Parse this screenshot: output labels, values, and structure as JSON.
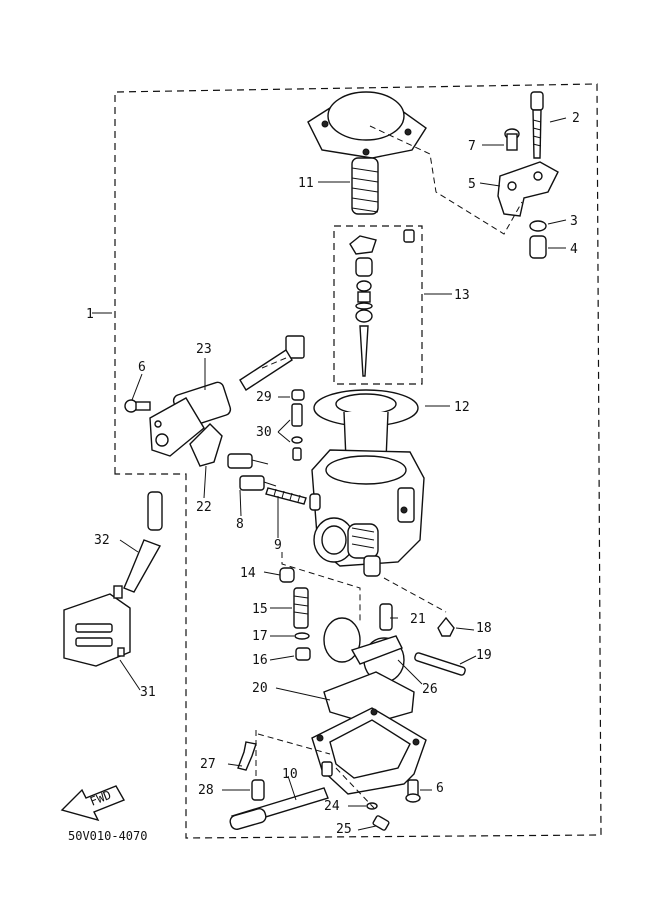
{
  "diagram": {
    "part_code": "50V010-4070",
    "fwd_label": "FWD",
    "callouts": {
      "c1": "1",
      "c2": "2",
      "c3": "3",
      "c4": "4",
      "c5": "5",
      "c6a": "6",
      "c6b": "6",
      "c7": "7",
      "c8": "8",
      "c9": "9",
      "c10": "10",
      "c11": "11",
      "c12": "12",
      "c13": "13",
      "c14": "14",
      "c15": "15",
      "c16": "16",
      "c17": "17",
      "c18": "18",
      "c19": "19",
      "c20": "20",
      "c21": "21",
      "c22": "22",
      "c23": "23",
      "c24": "24",
      "c25": "25",
      "c26": "26",
      "c27": "27",
      "c28": "28",
      "c29": "29",
      "c30": "30",
      "c31": "31",
      "c32": "32"
    }
  }
}
